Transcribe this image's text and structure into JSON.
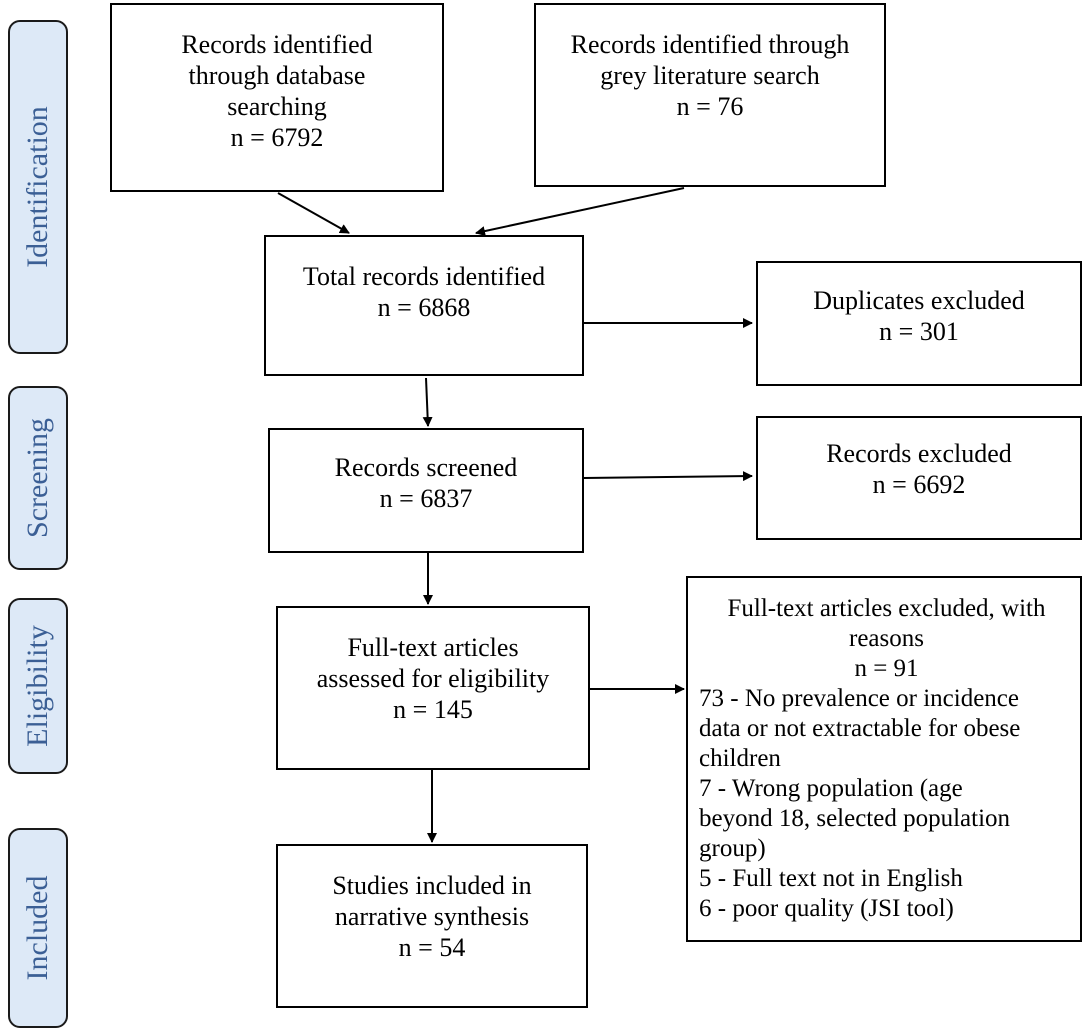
{
  "phases": {
    "identification": "Identification",
    "screening": "Screening",
    "eligibility": "Eligibility",
    "included": "Included"
  },
  "boxes": {
    "database": [
      "Records identified",
      "through database",
      "searching",
      "n = 6792"
    ],
    "grey": [
      "Records identified through",
      "grey literature search",
      "n = 76"
    ],
    "total": [
      "Total records identified",
      "n = 6868"
    ],
    "duplicates": [
      "Duplicates excluded",
      "n = 301"
    ],
    "screened": [
      "Records screened",
      "n = 6837"
    ],
    "records_excluded": [
      "Records excluded",
      "n = 6692"
    ],
    "fulltext": [
      "Full-text articles",
      "assessed for eligibility",
      "n = 145"
    ],
    "fulltext_excluded": {
      "header": [
        "Full-text articles excluded, with",
        "reasons",
        "n = 91"
      ],
      "reasons": [
        "73 - No prevalence or incidence",
        "data or not extractable for obese",
        "children",
        "7 - Wrong population (age",
        "beyond 18, selected population",
        "group)",
        "5 - Full text not in English",
        "6 - poor quality (JSI tool)"
      ]
    },
    "included": [
      "Studies included in",
      "narrative synthesis",
      "n = 54"
    ]
  }
}
